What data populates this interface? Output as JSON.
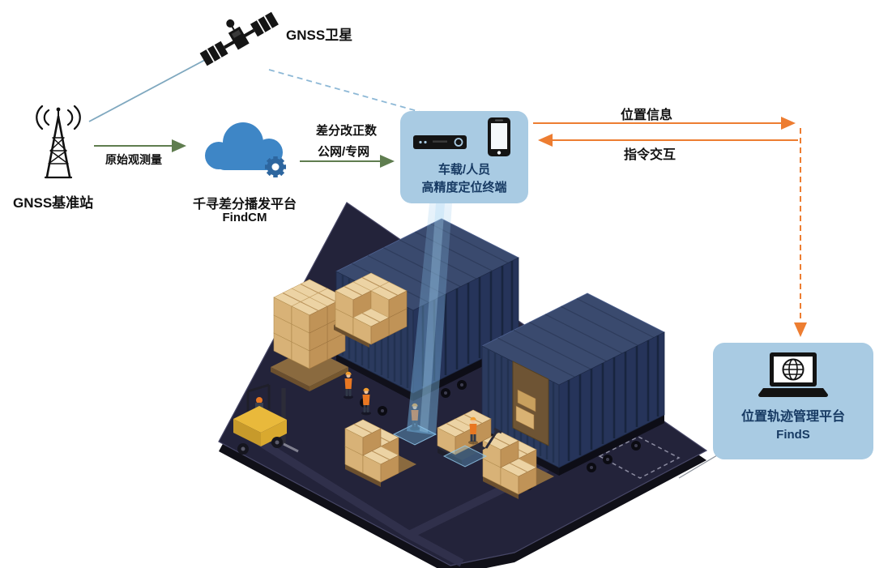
{
  "diagram": {
    "satellite": {
      "label": "GNSS卫星"
    },
    "base_station": {
      "label": "GNSS基准站"
    },
    "cloud": {
      "title": "千寻差分播发平台",
      "name": "FindCM"
    },
    "terminal": {
      "line1": "车载/人员",
      "line2": "高精度定位终端"
    },
    "platform": {
      "title": "位置轨迹管理平台",
      "name": "FindS"
    },
    "edges": {
      "raw_observation": "原始观测量",
      "correction_line1": "差分改正数",
      "correction_line2": "公网/专网",
      "position_info": "位置信息",
      "command_interaction": "指令交互"
    },
    "colors": {
      "panel_bg": "#a9cbe3",
      "panel_text": "#173a63",
      "green_arrow": "#5f7d4f",
      "orange_arrow": "#ed7d31",
      "blue_link": "#7fa8bf",
      "blue_dashed": "#8db8d6",
      "cloud_blue": "#3e86c6"
    }
  }
}
